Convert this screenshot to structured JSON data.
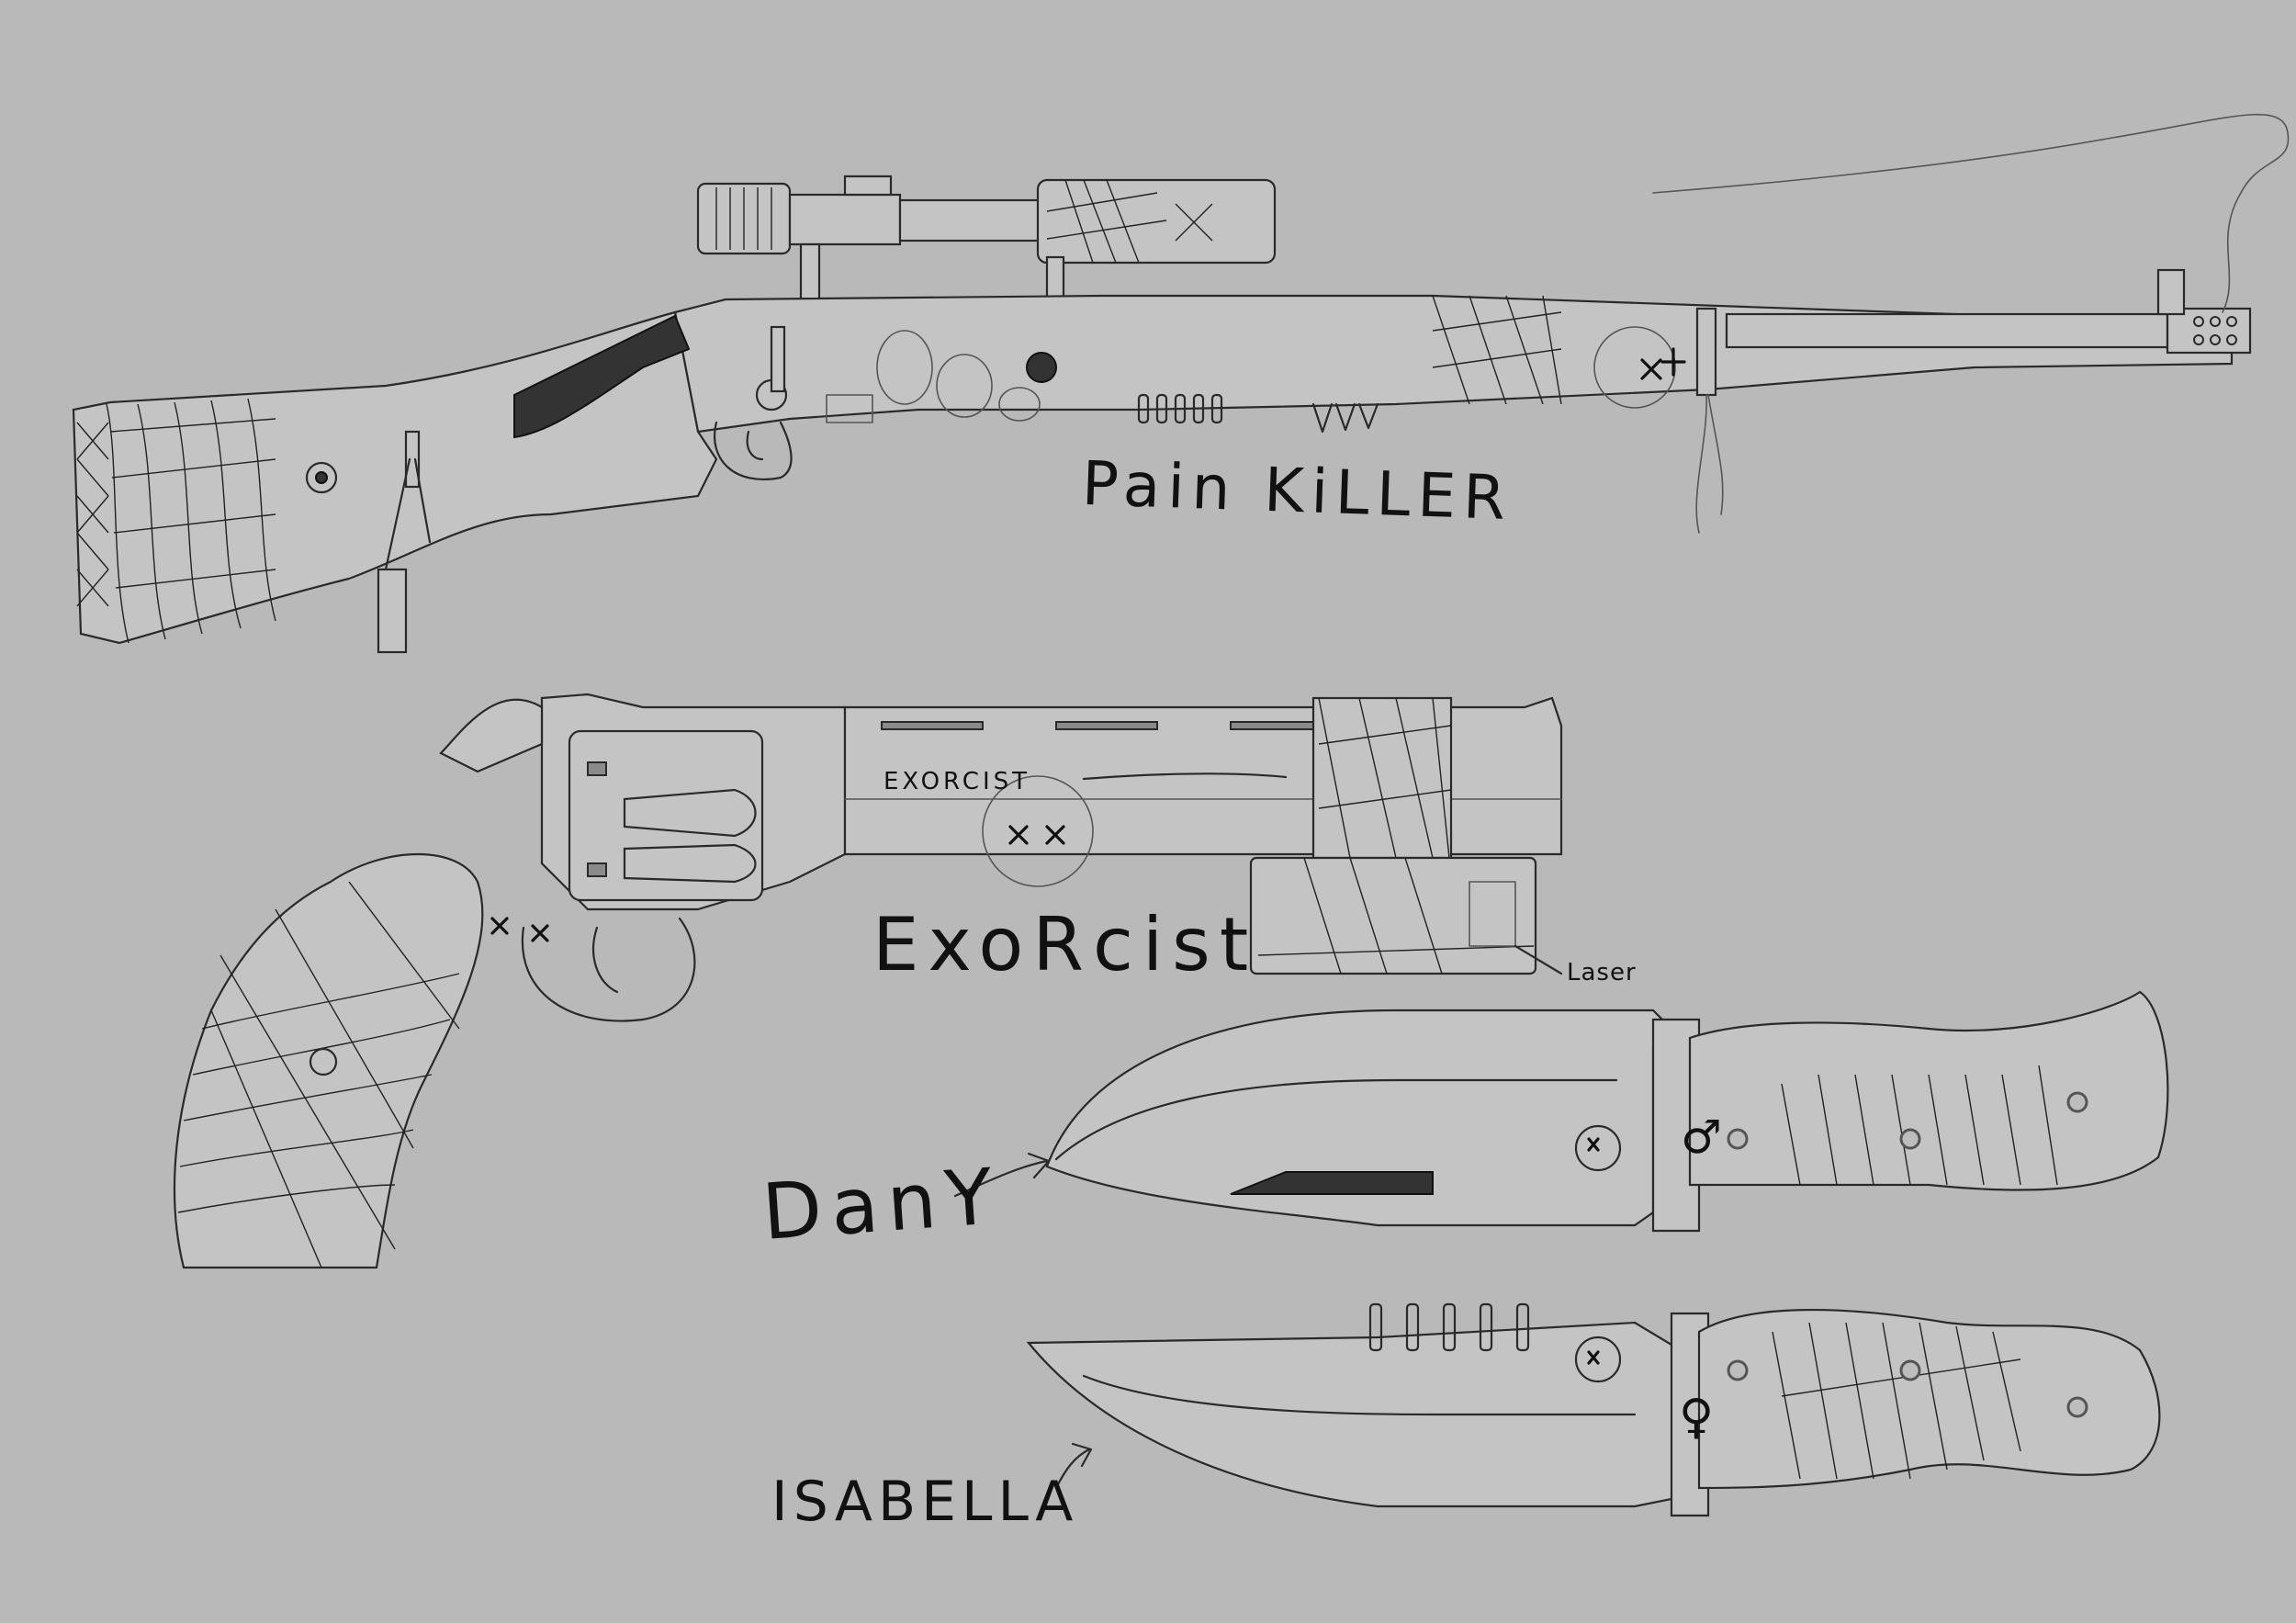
{
  "labels": {
    "rifle": "Pain KiLLER",
    "revolver": "ExoRcist",
    "revolver_engraving": "EXORCIST",
    "laser": "Laser",
    "knife_male": "DanY",
    "knife_female": "ISABELLA"
  },
  "symbols": {
    "male": "♂",
    "female": "♀"
  },
  "colors": {
    "background": "#b9b9b9",
    "ink": "#2a2a2a"
  }
}
